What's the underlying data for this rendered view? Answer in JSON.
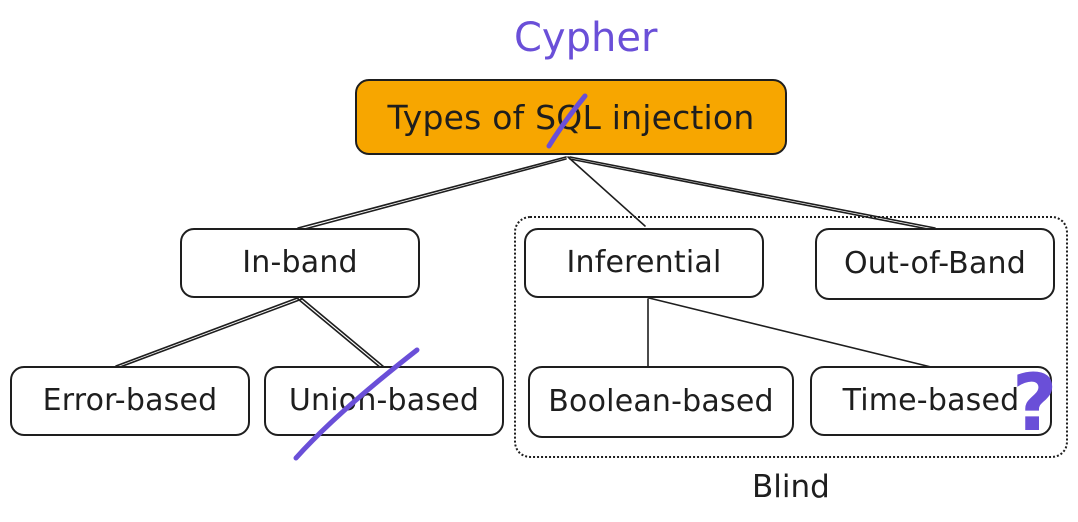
{
  "annotations": {
    "cypher": "Cypher",
    "blind": "Blind",
    "question_mark": "?"
  },
  "nodes": {
    "root": "Types of SQL injection",
    "in_band": "In-band",
    "inferential": "Inferential",
    "out_of_band": "Out-of-Band",
    "error_based": "Error-based",
    "union_based": "Union-based",
    "boolean_based": "Boolean-based",
    "time_based": "Time-based"
  },
  "colors": {
    "root_fill": "#f7a600",
    "annotation_purple": "#6a4fd8",
    "stroke": "#1e1e1e"
  }
}
